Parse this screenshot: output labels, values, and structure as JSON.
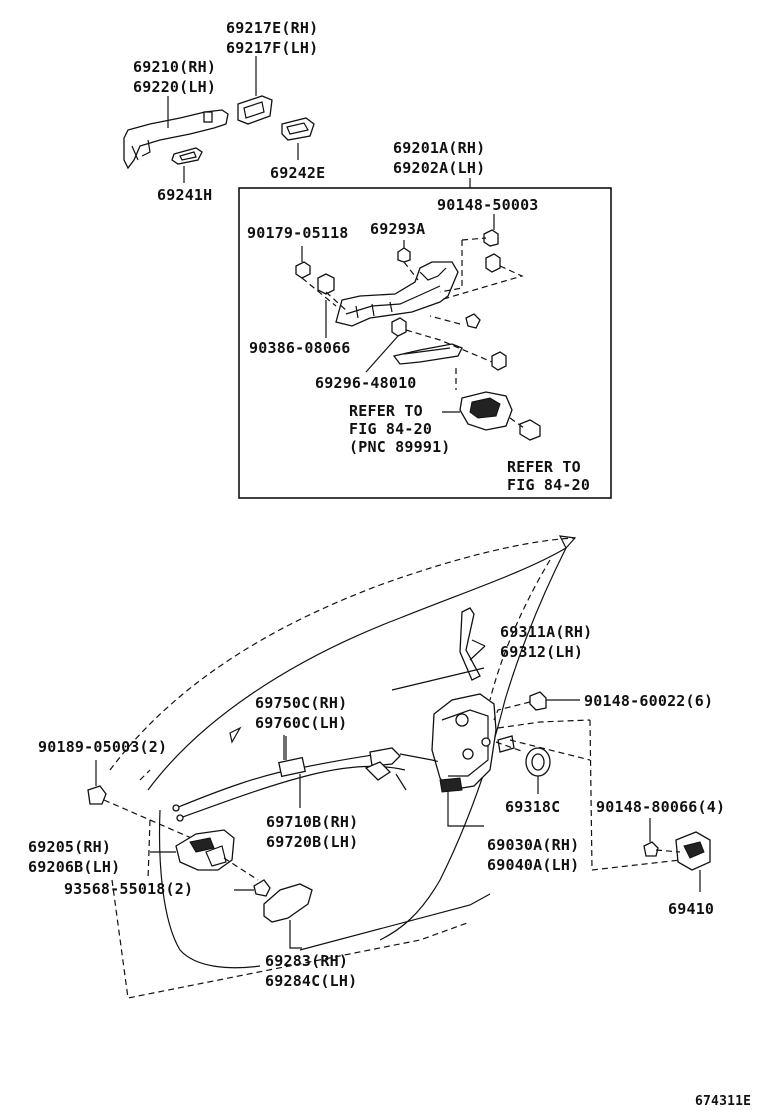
{
  "labels": {
    "p69217e": "69217E(RH)",
    "p69217f": "69217F(LH)",
    "p69210": "69210(RH)",
    "p69220": "69220(LH)",
    "p69242e": "69242E",
    "p69241h": "69241H",
    "p69201a": "69201A(RH)",
    "p69202a": "69202A(LH)",
    "p90148_50003": "90148-50003",
    "p90179_05118": "90179-05118",
    "p69293a": "69293A",
    "p90386_08066": "90386-08066",
    "p69296_48010": "69296-48010",
    "refer1_l1": "REFER TO",
    "refer1_l2": "FIG 84-20",
    "refer1_l3": "(PNC 89991)",
    "refer2_l1": "REFER TO",
    "refer2_l2": "FIG 84-20",
    "p69311a": "69311A(RH)",
    "p69312": "69312(LH)",
    "p90148_60022": "90148-60022(6)",
    "p69750c": "69750C(RH)",
    "p69760c": "69760C(LH)",
    "p90189_05003": "90189-05003(2)",
    "p69318c": "69318C",
    "p90148_80066": "90148-80066(4)",
    "p69710b": "69710B(RH)",
    "p69720b": "69720B(LH)",
    "p69205": "69205(RH)",
    "p69206b": "69206B(LH)",
    "p69030a": "69030A(RH)",
    "p69040a": "69040A(LH)",
    "p93568": "93568-55018(2)",
    "p69410": "69410",
    "p69283": "69283(RH)",
    "p69284c": "69284C(LH)",
    "fig_id": "674311E"
  }
}
